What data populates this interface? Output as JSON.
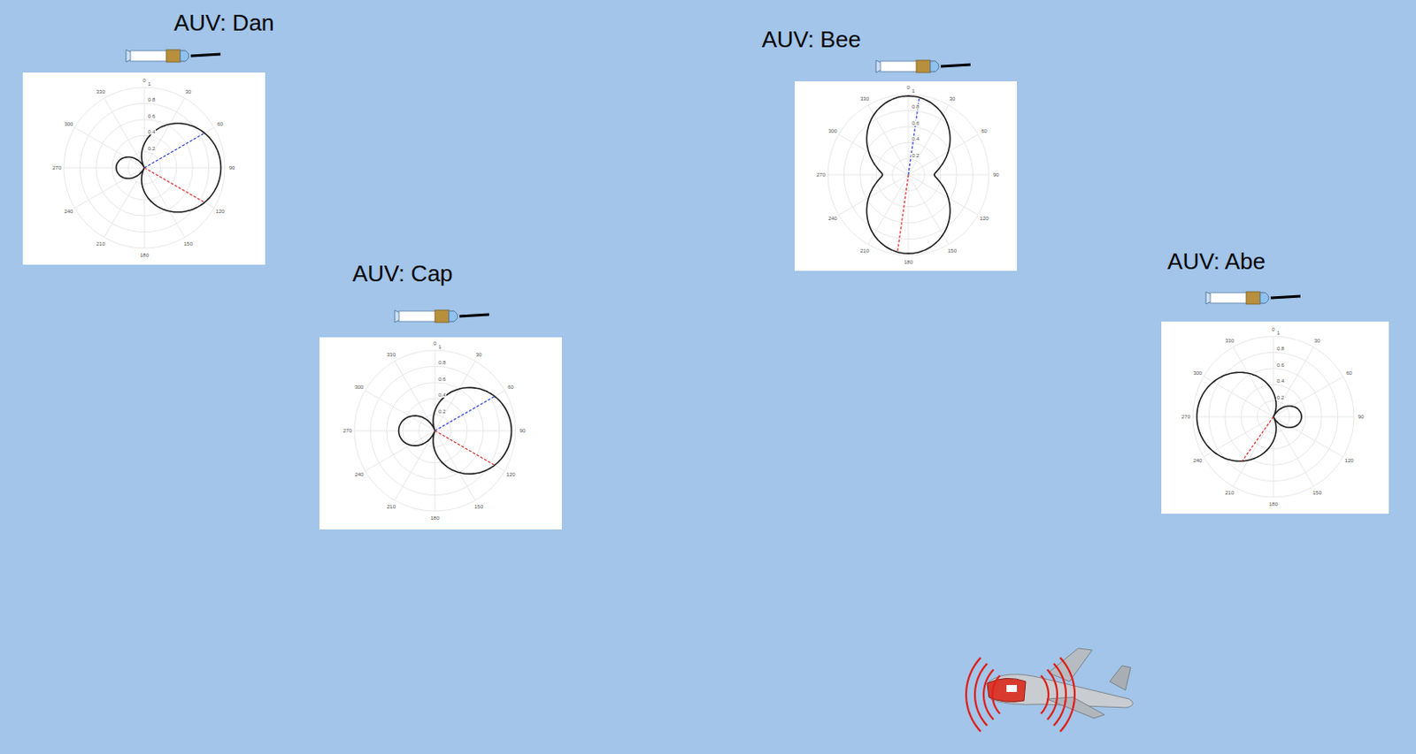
{
  "diagram": {
    "labels": [
      "AUV: Dan",
      "0",
      "30",
      "60",
      "90",
      "120",
      "150",
      "180",
      "210",
      "240",
      "270",
      "300",
      "330",
      "0.2",
      "0.4",
      "0.6",
      "0.8",
      "1",
      "AUV: Bee",
      "0",
      "30",
      "60",
      "90",
      "120",
      "150",
      "180",
      "210",
      "240",
      "270",
      "300",
      "330",
      "0.2",
      "0.4",
      "0.6",
      "0.8",
      "1",
      "AUV: Cap",
      "0",
      "30",
      "60",
      "90",
      "120",
      "150",
      "180",
      "210",
      "240",
      "270",
      "300",
      "330",
      "0.2",
      "0.4",
      "0.6",
      "0.8",
      "1",
      "AUV: Abe",
      "0",
      "30",
      "60",
      "90",
      "120",
      "150",
      "180",
      "210",
      "240",
      "270",
      "300",
      "330",
      "0.2",
      "0.4",
      "0.6",
      "0.8",
      "1"
    ]
  }
}
